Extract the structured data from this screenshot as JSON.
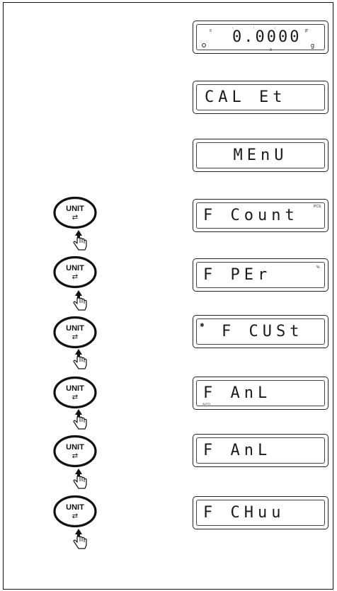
{
  "displays": [
    {
      "id": "weight",
      "text": "0.0000",
      "indicators": {
        "unit": "g",
        "zero": "0",
        "full": "F",
        "stable": "n"
      }
    },
    {
      "id": "cal",
      "text": "CAL Et"
    },
    {
      "id": "menu",
      "text": "MEnU"
    },
    {
      "id": "count",
      "text": "F Count",
      "indicators": {
        "unit": "PCS"
      }
    },
    {
      "id": "percent",
      "text": "F PEr",
      "indicators": {
        "unit": "%"
      }
    },
    {
      "id": "custom",
      "text": "F CUSt",
      "indicators": {
        "symbol": "✱"
      }
    },
    {
      "id": "animal-1",
      "text": "F AnL",
      "indicators": {
        "label": "AUTO"
      }
    },
    {
      "id": "animal-2",
      "text": "F AnL"
    },
    {
      "id": "check",
      "text": "F CHuu"
    }
  ],
  "unit_button": {
    "label": "UNIT",
    "symbol": "⇄",
    "press_count": 6
  },
  "icons": {
    "button": "unit-button-icon",
    "pointer": "hand-press-icon"
  }
}
